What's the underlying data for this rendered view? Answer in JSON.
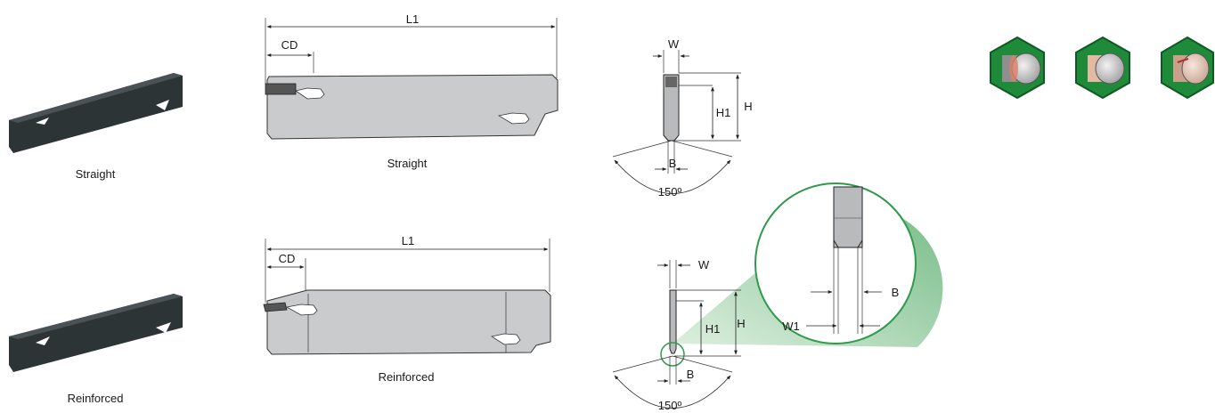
{
  "photos": {
    "straight_caption": "Straight",
    "reinforced_caption": "Reinforced"
  },
  "side_views": {
    "straight": {
      "length_label": "L1",
      "depth_label": "CD",
      "caption": "Straight"
    },
    "reinforced": {
      "length_label": "L1",
      "depth_label": "CD",
      "caption": "Reinforced"
    }
  },
  "end_views": {
    "straight": {
      "w_label": "W",
      "h1_label": "H1",
      "h_label": "H",
      "b_label": "B",
      "angle_label": "150º"
    },
    "reinforced": {
      "w_label": "W",
      "h1_label": "H1",
      "h_label": "H",
      "b_label": "B",
      "angle_label": "150º"
    }
  },
  "detail": {
    "b_label": "B",
    "w1_label": "W1"
  },
  "colors": {
    "green_badge": "#1f8a3a",
    "detail_circle": "#2e9a4a",
    "blade_dark": "#2d3436",
    "body_gray": "#c9cbcd"
  },
  "icons": [
    "material-steel-icon",
    "material-copper-icon",
    "material-coated-icon"
  ]
}
